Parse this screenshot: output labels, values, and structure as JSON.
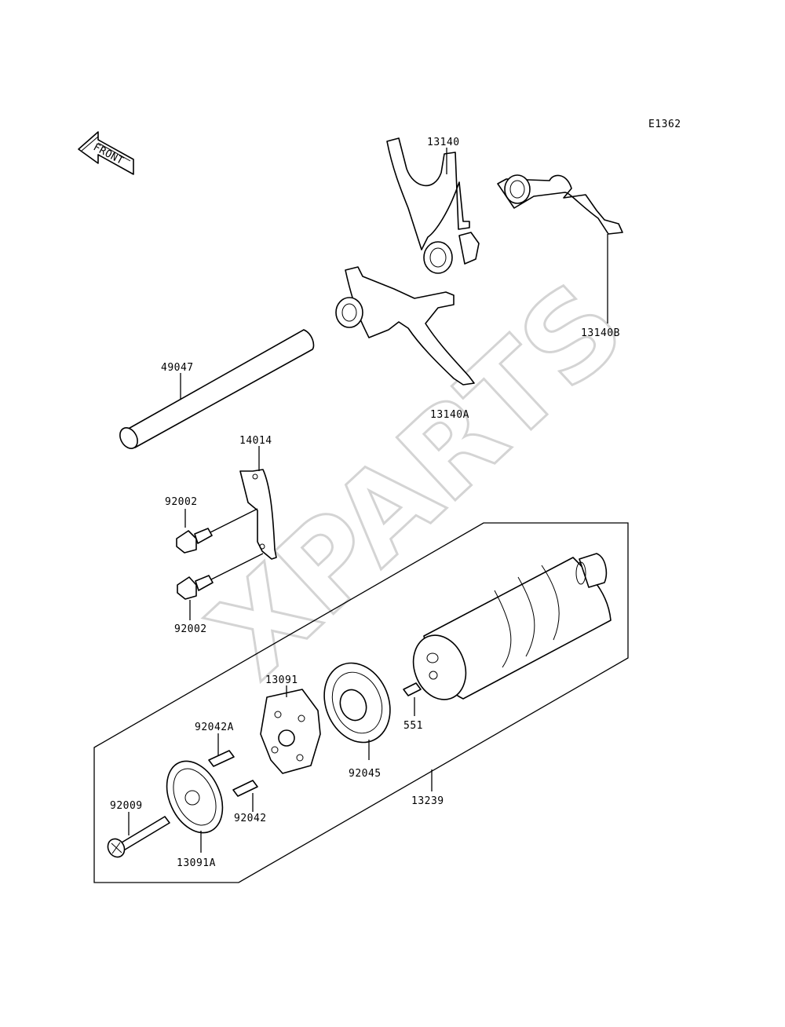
{
  "diagram_code": "E1362",
  "front_arrow_label": "FRONT",
  "watermark": "XPARTS",
  "parts": {
    "p13140": "13140",
    "p13140B": "13140B",
    "p13140A": "13140A",
    "p49047": "49047",
    "p14014": "14014",
    "p92002_upper": "92002",
    "p92002_lower": "92002",
    "p13091": "13091",
    "p92042A": "92042A",
    "p92042": "92042",
    "p92009": "92009",
    "p13091A": "13091A",
    "p92045": "92045",
    "p551": "551",
    "p13239": "13239"
  }
}
